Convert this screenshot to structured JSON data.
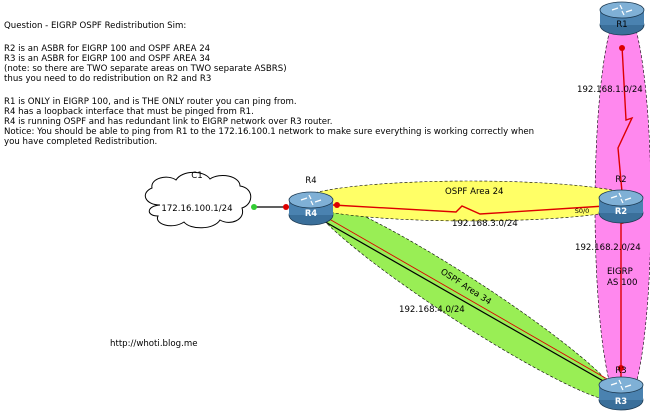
{
  "question": {
    "title": "Question - EIGRP OSPF Redistribution Sim:",
    "lines": [
      "R2 is an ASBR for EIGRP 100 and OSPF AREA 24",
      "R3 is an ASBR for EIGRP 100 and OSPF AREA 34",
      "(note: so there are TWO separate areas on TWO separate ASBRS)",
      "thus you need to do redistribution on R2 and R3",
      "",
      "R1 is ONLY in EIGRP 100, and is THE ONLY router you can ping from.",
      "R4 has a loopback interface that must be pinged from R1.",
      "R4 is running OSPF and has redundant link to EIGRP network over R3 router.",
      "Notice: You should be able to ping from R1 to the 172.16.100.1 network to make sure everything is working correctly when",
      "you have completed Redistribution."
    ]
  },
  "cloud": {
    "name": "C1",
    "network": "172.16.100.1/24"
  },
  "routers": {
    "r1": {
      "top_label": "R1"
    },
    "r2": {
      "top_label": "R2",
      "icon_label": "R2",
      "interface": "S0/0"
    },
    "r3": {
      "top_label": "R3",
      "icon_label": "R3"
    },
    "r4": {
      "top_label": "R4",
      "icon_label": "R4"
    }
  },
  "links": {
    "r1_r2": "192.168.1.0/24",
    "r4_r2": "192.168.3.0/24",
    "r2_r3": "192.168.2.0/24",
    "r4_r3": "192.168.4.0/24"
  },
  "areas": {
    "ospf24": {
      "label": "OSPF Area 24",
      "fill": "#ffff66"
    },
    "ospf34": {
      "label": "OSPF Area 34",
      "fill": "#99ee55"
    },
    "eigrp": {
      "label_line1": "EIGRP",
      "label_line2": "AS 100",
      "fill": "#ff88ee"
    }
  },
  "watermark": "http://whoti.blog.me",
  "colors": {
    "link_red": "#dd0000",
    "router_blue": "#3a6f9a",
    "dot_green": "#33cc33"
  }
}
